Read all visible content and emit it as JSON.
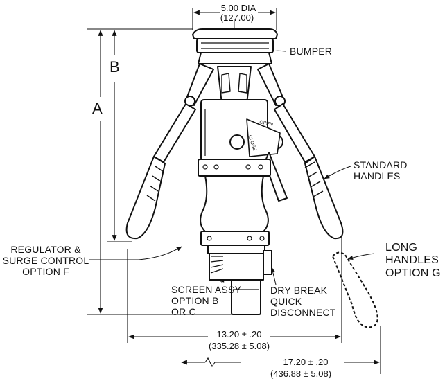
{
  "dimensions": {
    "top_dia": "5.00 DIA",
    "top_dia_mm": "(127.00)",
    "label_a": "A",
    "label_b": "B",
    "width_std": "13.20 ± .20",
    "width_std_mm": "(335.28 ± 5.08)",
    "width_long": "17.20 ± .20",
    "width_long_mm": "(436.88 ± 5.08)"
  },
  "callouts": {
    "bumper": "BUMPER",
    "standard_handles_1": "STANDARD",
    "standard_handles_2": "HANDLES",
    "long_handles_1": "LONG",
    "long_handles_2": "HANDLES",
    "long_handles_3": "OPTION  G",
    "regulator_1": "REGULATOR &",
    "regulator_2": "SURGE CONTROL",
    "regulator_3": "OPTION  F",
    "screen_1": "SCREEN ASSY",
    "screen_2": "OPTION  B",
    "screen_3": "OR  C",
    "dry_break_1": "DRY BREAK",
    "dry_break_2": "QUICK",
    "dry_break_3": "DISCONNECT"
  },
  "valve_marks": {
    "close": "CLOSE",
    "open": "OPEN"
  }
}
